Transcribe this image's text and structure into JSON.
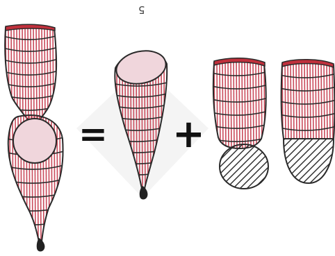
{
  "page_number": "5",
  "operators": {
    "equals": "=",
    "plus": "+"
  },
  "colors": {
    "outline": "#2a2a2a",
    "stripe": "#c94a5a",
    "rim": "#c0303c",
    "face": "#f0d6dc",
    "tip": "#222222",
    "halo": "#f3f3f3"
  },
  "figures": [
    {
      "role": "whole-organism"
    },
    {
      "role": "cone-part"
    },
    {
      "role": "bulb-part-round"
    },
    {
      "role": "bulb-part-flat"
    }
  ]
}
